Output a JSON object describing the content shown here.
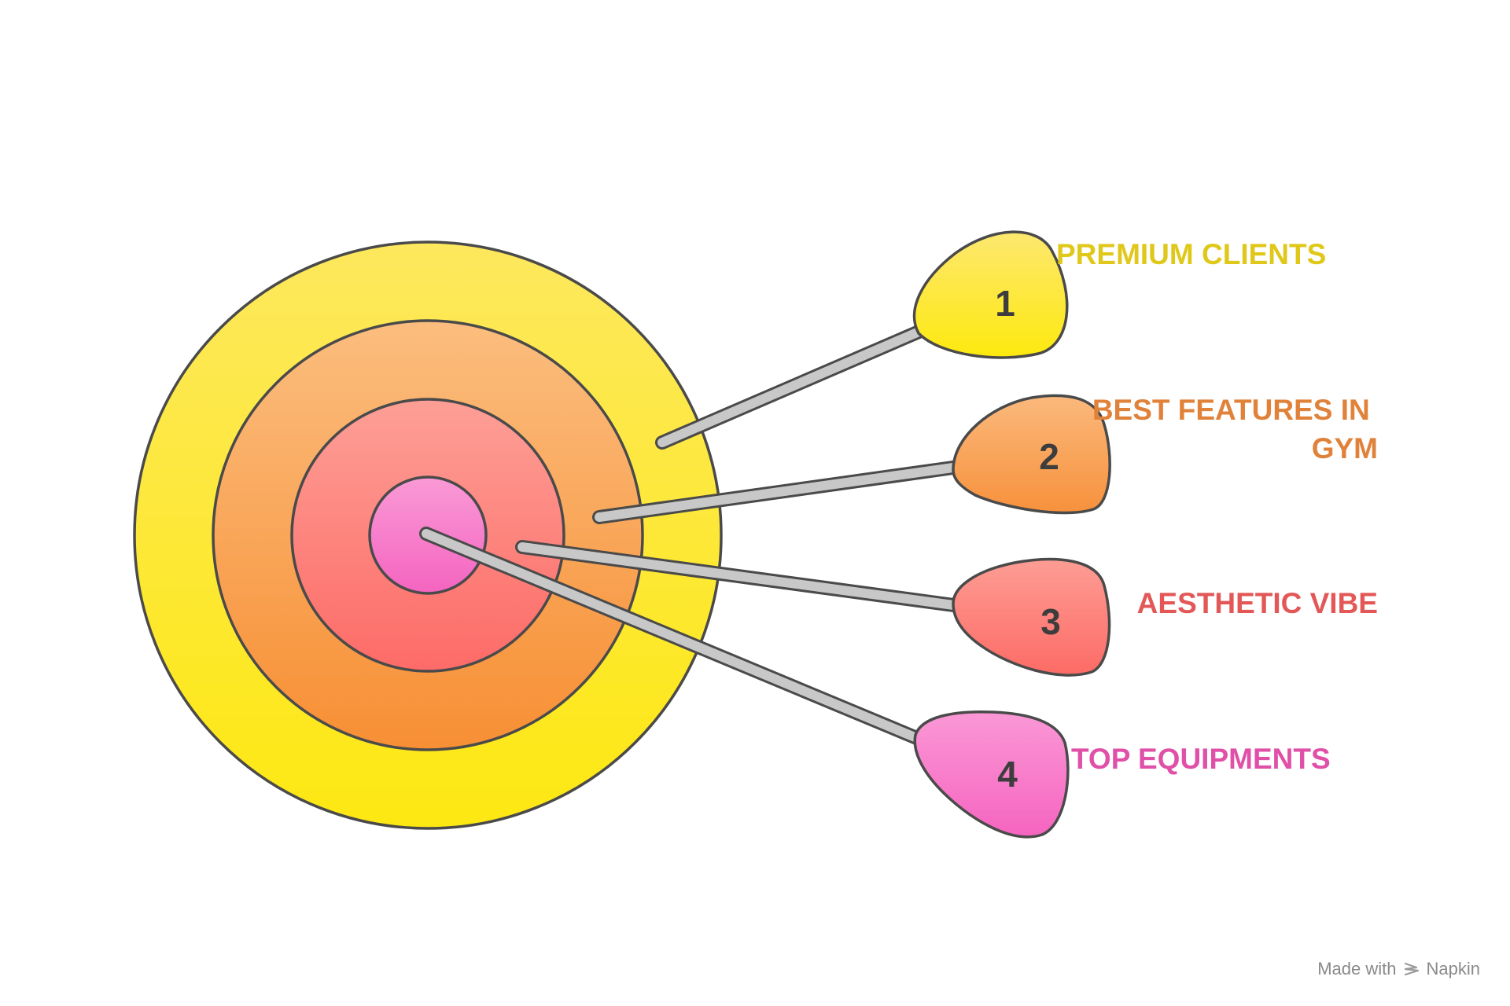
{
  "diagram": {
    "items": [
      {
        "number": "1",
        "label_lines": [
          "PREMIUM CLIENTS"
        ],
        "color": "#e0c81a",
        "fill_top": "#fde870",
        "fill_bottom": "#fde90e"
      },
      {
        "number": "2",
        "label_lines": [
          "BEST FEATURES IN",
          "GYM"
        ],
        "color": "#e0823a",
        "fill_top": "#fbb97c",
        "fill_bottom": "#f7913c"
      },
      {
        "number": "3",
        "label_lines": [
          "AESTHETIC VIBE"
        ],
        "color": "#e35757",
        "fill_top": "#fd9d94",
        "fill_bottom": "#fd6b66"
      },
      {
        "number": "4",
        "label_lines": [
          "TOP EQUIPMENTS"
        ],
        "color": "#e050a8",
        "fill_top": "#fb98d6",
        "fill_bottom": "#f564c0"
      }
    ],
    "rings": [
      {
        "name": "outer-ring",
        "fill_top": "#fde85e",
        "fill_bottom": "#fde812"
      },
      {
        "name": "second-ring",
        "fill_top": "#fbbd7e",
        "fill_bottom": "#f78f34"
      },
      {
        "name": "third-ring",
        "fill_top": "#fd9f96",
        "fill_bottom": "#fd6b67"
      },
      {
        "name": "bullseye",
        "fill_top": "#fa9ad6",
        "fill_bottom": "#f464c0"
      }
    ],
    "shaft_color": "#c8c8c8",
    "stroke_color": "#4a4a4a"
  },
  "footer": {
    "made_with": "Made with",
    "brand": "Napkin",
    "icon": "napkin-logo-icon"
  }
}
